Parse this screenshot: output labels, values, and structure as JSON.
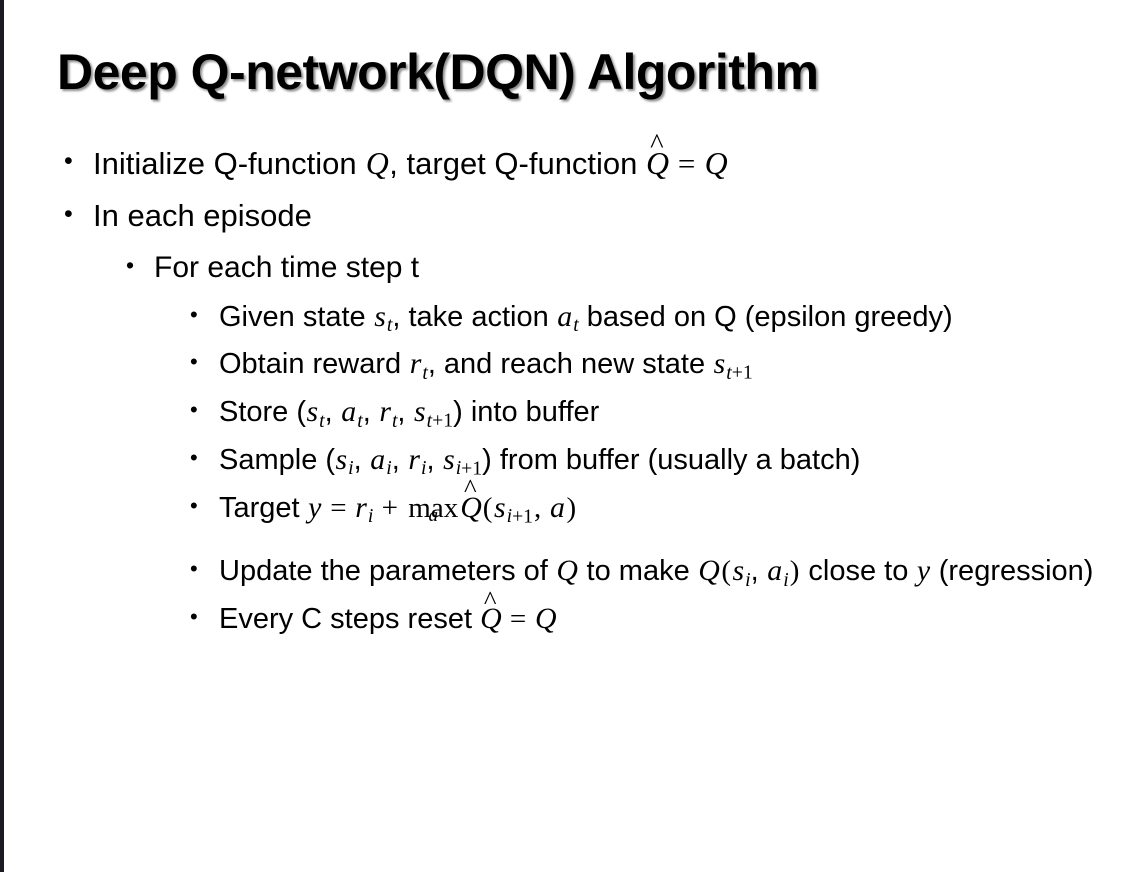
{
  "slide": {
    "title": "Deep Q-network(DQN) Algorithm",
    "background_color": "#ffffff",
    "text_color": "#000000",
    "left_border_color": "#1b1b24",
    "bullet_glyph": "•"
  },
  "content": {
    "bullets": [
      {
        "level": 1,
        "plain_text": "Initialize Q-function Q, target Q-function Q̂ = Q",
        "segments": {
          "lead": "Initialize Q-function ",
          "var_q1": "Q",
          "mid": ", target Q-function ",
          "var_qhat": "Q",
          "hat": "̂",
          "equals": " = ",
          "var_q2": "Q"
        }
      },
      {
        "level": 1,
        "plain_text": "In each episode",
        "segments": {
          "lead": "In each episode"
        }
      },
      {
        "level": 2,
        "plain_text": "For each time step t",
        "segments": {
          "lead": "For each time step t"
        }
      },
      {
        "level": 3,
        "plain_text": "Given state s_t, take action a_t based on Q (epsilon greedy)",
        "segments": {
          "lead": "Given state ",
          "var_s": "s",
          "sub_s": "t",
          "mid": ", take action ",
          "var_a": "a",
          "sub_a": "t",
          "tail": " based on Q (epsilon greedy)"
        }
      },
      {
        "level": 3,
        "plain_text": "Obtain reward r_t, and reach new state s_{t+1}",
        "segments": {
          "lead": "Obtain reward ",
          "var_r": "r",
          "sub_r": "t",
          "mid": ", and reach new state ",
          "var_s": "s",
          "sub_s_var": "t",
          "sub_s_num": "+1"
        }
      },
      {
        "level": 3,
        "plain_text": "Store (s_t, a_t, r_t, s_{t+1}) into buffer",
        "segments": {
          "lead": "Store (",
          "var_s1": "s",
          "sub_s1": "t",
          "sep1": ", ",
          "var_a": "a",
          "sub_a": "t",
          "sep2": ", ",
          "var_r": "r",
          "sub_r": "t",
          "sep3": ", ",
          "var_s2": "s",
          "sub_s2_var": "t",
          "sub_s2_num": "+1",
          "tail": ") into buffer"
        }
      },
      {
        "level": 3,
        "plain_text": "Sample (s_i, a_i, r_i, s_{i+1}) from buffer (usually a batch)",
        "segments": {
          "lead": "Sample (",
          "var_s1": "s",
          "sub_s1": "i",
          "sep1": ", ",
          "var_a": "a",
          "sub_a": "i",
          "sep2": ", ",
          "var_r": "r",
          "sub_r": "i",
          "sep3": ", ",
          "var_s2": "s",
          "sub_s2_var": "i",
          "sub_s2_num": "+1",
          "tail": ") from buffer (usually a batch)"
        }
      },
      {
        "level": 3,
        "plain_text": "Target y = r_i + max_a Q̂(s_{i+1}, a)",
        "segments": {
          "lead": "Target ",
          "var_y": "y",
          "equals": " = ",
          "var_r": "r",
          "sub_r": "i",
          "plus": " + ",
          "max_op": "max",
          "max_sub": "a",
          "var_qhat": "Q",
          "hat": "̂",
          "open_paren": "(",
          "var_s": "s",
          "sub_s_var": "i",
          "sub_s_num": "+1",
          "comma": ", ",
          "var_a": "a",
          "close_paren": ")"
        }
      },
      {
        "level": 3,
        "plain_text": "Update the parameters of Q to make Q(s_i, a_i) close to y (regression)",
        "segments": {
          "lead": "Update the parameters of ",
          "var_q1": "Q",
          "mid": " to make ",
          "var_q2": "Q",
          "open_paren": "(",
          "var_s": "s",
          "sub_s": "i",
          "comma": ", ",
          "var_a": "a",
          "sub_a": "i",
          "close_paren": ")",
          "tail": " close to ",
          "var_y": "y",
          "tail2": " (regression)"
        }
      },
      {
        "level": 3,
        "plain_text": "Every C steps reset Q̂ = Q",
        "segments": {
          "lead": "Every C steps reset ",
          "var_qhat": "Q",
          "hat": "̂",
          "equals": " = ",
          "var_q": "Q"
        }
      }
    ]
  }
}
